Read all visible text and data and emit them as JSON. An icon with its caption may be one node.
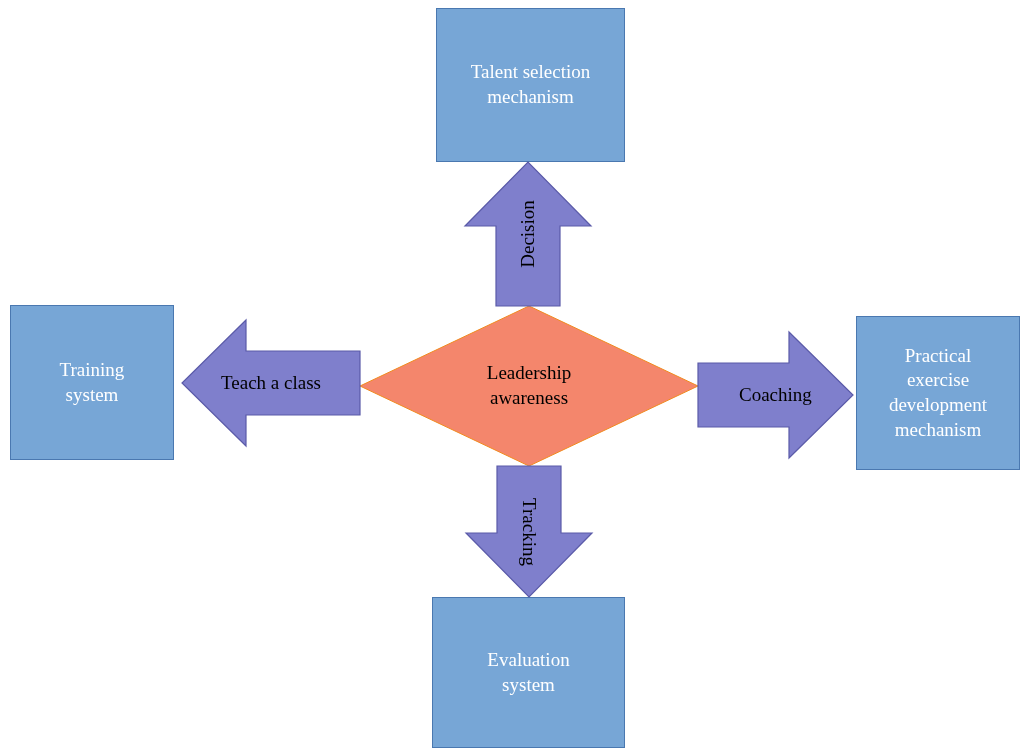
{
  "diagram": {
    "nodes": [
      {
        "text": [
          "Talent selection mechanism"
        ]
      },
      {
        "text": [
          "Training system"
        ]
      },
      {
        "text": [
          "Leadership awareness"
        ]
      },
      {
        "text": [
          "Practical exercise development mechanism"
        ]
      },
      {
        "text": [
          "Evaluation system"
        ]
      }
    ],
    "edges": [
      {
        "from": 2,
        "to": 0,
        "arrow": "to",
        "label": "Decision"
      },
      {
        "from": 2,
        "to": 1,
        "arrow": "to",
        "label": "Teach a class"
      },
      {
        "from": 2,
        "to": 3,
        "arrow": "to",
        "label": "Coaching"
      },
      {
        "from": 2,
        "to": 4,
        "arrow": "to",
        "label": "Tracking"
      }
    ]
  }
}
